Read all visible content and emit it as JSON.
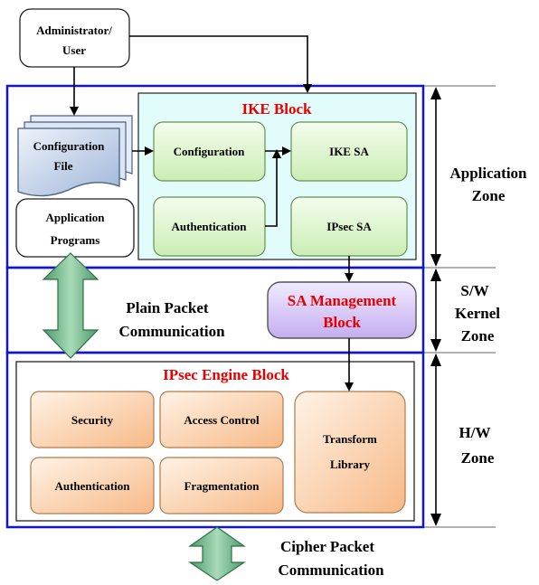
{
  "admin_box": {
    "line1": "Administrator/",
    "line2": "User"
  },
  "ike_block": {
    "title": "IKE Block",
    "configuration": "Configuration",
    "ike_sa": "IKE SA",
    "authentication": "Authentication",
    "ipsec_sa": "IPsec SA"
  },
  "config_file": {
    "line1": "Configuration",
    "line2": "File"
  },
  "app_programs": {
    "line1": "Application",
    "line2": "Programs"
  },
  "sa_management": {
    "line1": "SA Management",
    "line2": "Block"
  },
  "plain_packet": {
    "line1": "Plain Packet",
    "line2": "Communication"
  },
  "ipsec_engine": {
    "title": "IPsec Engine Block",
    "security": "Security",
    "access_control": "Access Control",
    "authentication": "Authentication",
    "fragmentation": "Fragmentation",
    "transform_line1": "Transform",
    "transform_line2": "Library"
  },
  "cipher_packet": {
    "line1": "Cipher Packet",
    "line2": "Communication"
  },
  "zones": {
    "application": {
      "line1": "Application",
      "line2": "Zone"
    },
    "kernel": {
      "line1": "S/W",
      "line2": "Kernel",
      "line3": "Zone"
    },
    "hardware": {
      "line1": "H/W",
      "line2": "Zone"
    }
  },
  "colors": {
    "frame_blue": "#1414c8",
    "title_red": "#e60000",
    "ike_bg": "#e2fbfb",
    "green_box": "#dff5cf",
    "orange_box": "#fcd6b0",
    "purple_box": "#dccdf5",
    "arrow_green": "#6db88a"
  }
}
